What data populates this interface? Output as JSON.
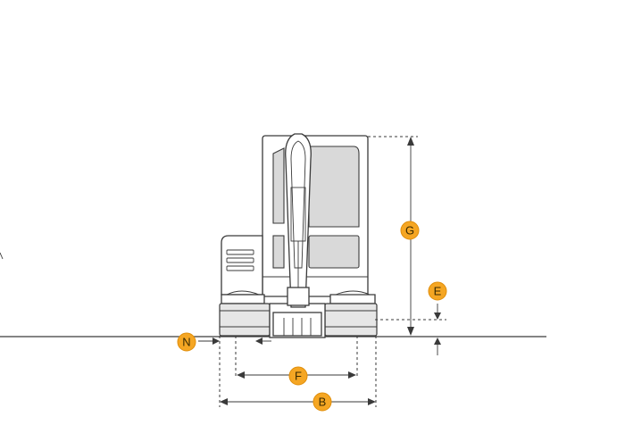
{
  "diagram": {
    "labels": {
      "G": "G",
      "E": "E",
      "N": "N",
      "F": "F",
      "B": "B"
    },
    "colors": {
      "badge": "#f5a623",
      "line": "#3a3a3a",
      "glass": "#d9d9d9"
    }
  }
}
